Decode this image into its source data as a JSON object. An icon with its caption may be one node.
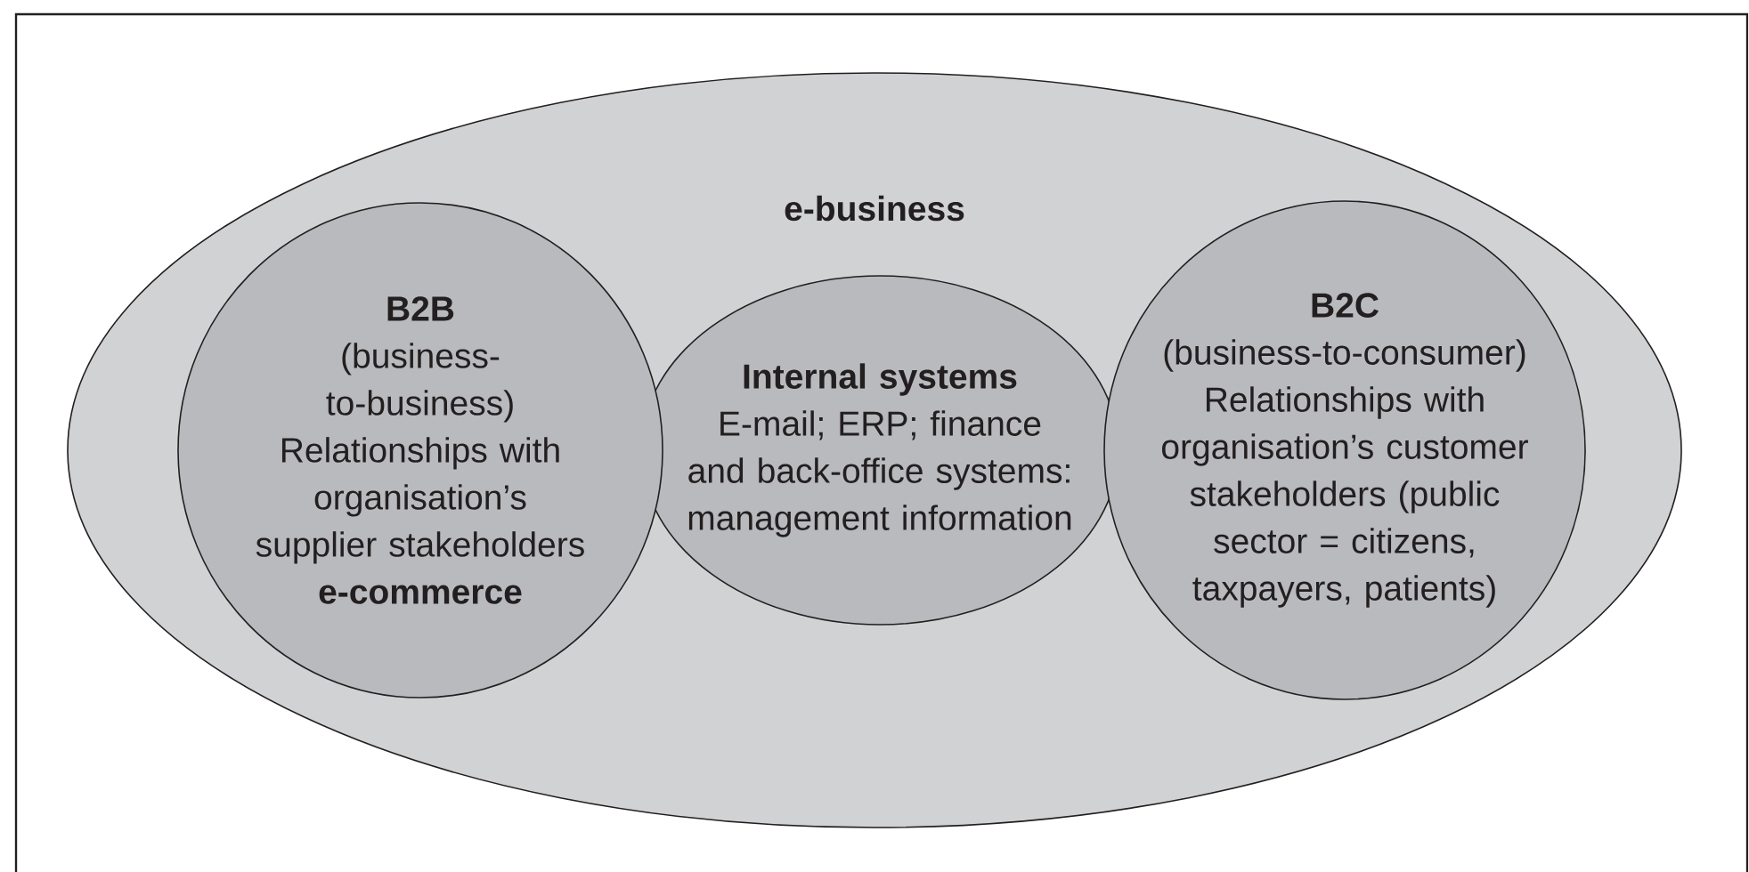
{
  "diagram": {
    "nodes": [
      {
        "text": [
          "e-business"
        ]
      },
      {
        "text": [
          "B2B",
          "(business-to-business)",
          "Relationships with organisation’s supplier stakeholders",
          "e-commerce"
        ],
        "in": 0
      },
      {
        "text": [
          "Internal systems",
          "E-mail; ERP; finance and back-office systems: management information"
        ],
        "in": 0
      },
      {
        "text": [
          "B2C",
          "(business-to-consumer)",
          "Relationships with organisation’s customer stakeholders (public sector = citizens, taxpayers, patients)"
        ],
        "in": 0
      }
    ]
  }
}
